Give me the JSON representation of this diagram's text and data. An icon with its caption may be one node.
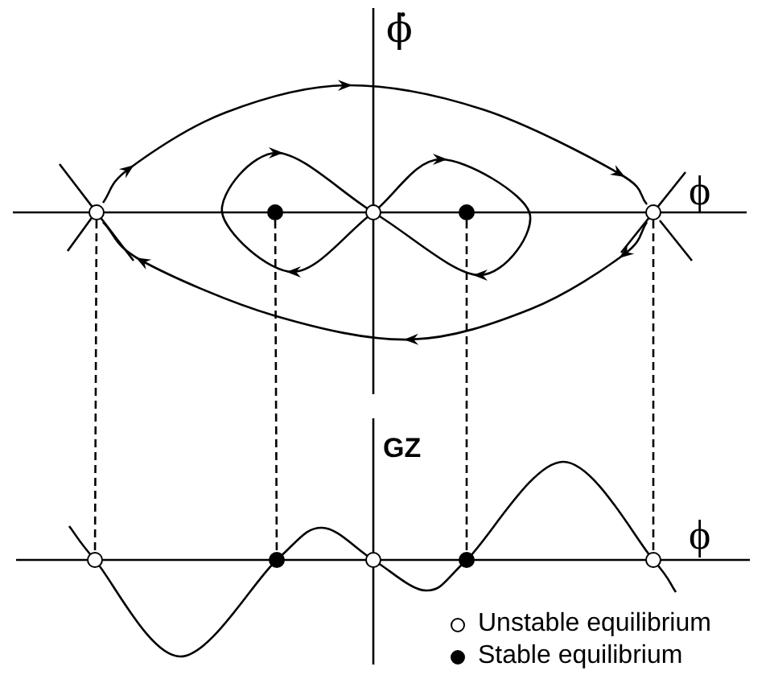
{
  "diagram": {
    "nodes": [
      {
        "text": [],
        "shape": "circle"
      },
      {
        "text": [],
        "shape": "circle"
      },
      {
        "text": [],
        "shape": "circle"
      },
      {
        "text": [],
        "shape": "circle"
      },
      {
        "text": [],
        "shape": "circle"
      },
      {
        "text": [],
        "shape": "circle"
      },
      {
        "text": [],
        "shape": "circle"
      },
      {
        "text": [],
        "shape": "circle"
      },
      {
        "text": [],
        "shape": "circle"
      },
      {
        "text": [],
        "shape": "circle"
      }
    ],
    "edges": [
      {
        "from": 0,
        "to": 5,
        "arrow": "none",
        "style": "dashed"
      },
      {
        "from": 1,
        "to": 6,
        "arrow": "none",
        "style": "dashed"
      },
      {
        "from": 3,
        "to": 8,
        "arrow": "none",
        "style": "dashed"
      },
      {
        "from": 4,
        "to": 9,
        "arrow": "none",
        "style": "dashed"
      }
    ],
    "labels": [
      "ϕ̇",
      "ϕ",
      "GZ",
      "ϕ"
    ],
    "legend": [
      {
        "text": "Unstable equilibrium"
      },
      {
        "text": "Stable equilibrium"
      }
    ]
  }
}
